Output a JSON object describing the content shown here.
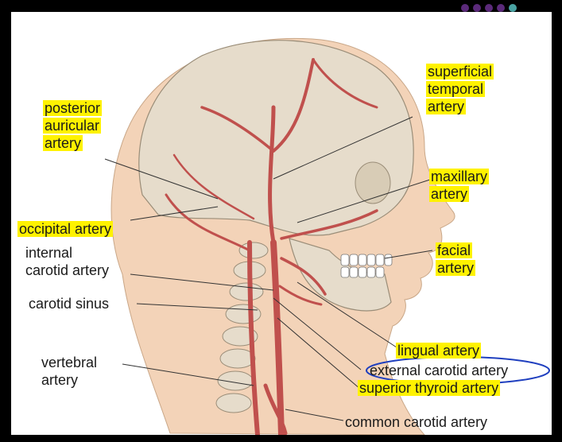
{
  "labels": {
    "posterior_auricular": [
      "posterior",
      "auricular",
      "artery"
    ],
    "superficial_temporal": [
      "superficial",
      "temporal",
      "artery"
    ],
    "maxillary": [
      "maxillary",
      "artery"
    ],
    "occipital": "occipital artery",
    "internal_carotid": [
      "internal",
      "carotid artery"
    ],
    "carotid_sinus": "carotid sinus",
    "facial": [
      "facial",
      "artery"
    ],
    "vertebral": [
      "vertebral",
      "artery"
    ],
    "lingual": "lingual artery",
    "external_carotid": "external carotid artery",
    "superior_thyroid": "superior thyroid artery",
    "common_carotid": "common carotid artery"
  },
  "colors": {
    "highlight": "#fff200",
    "artery": "#c0504d",
    "skin": "#f3d3b8",
    "bone": "#e6dccb",
    "annotation_circle": "#1f3fbf",
    "dots_purple": "#5b2a7a",
    "dots_teal": "#4aa3a3",
    "dots_olive": "#b8b040"
  }
}
